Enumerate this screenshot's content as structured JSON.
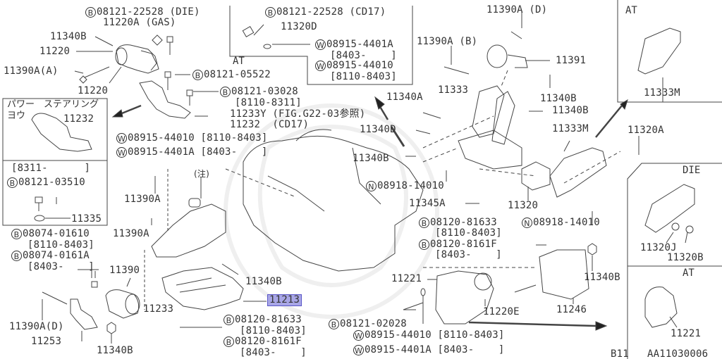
{
  "diagram": {
    "type": "exploded parts diagram",
    "subject": "Engine mounting",
    "figure_code": "AA11030006",
    "model_code": "B11",
    "highlight_color": "#a8a6e6",
    "highlighted_part": "11213"
  },
  "insets": {
    "at_top_center": {
      "title": "AT"
    },
    "at_top_right": {
      "title": "AT",
      "part": "11333M"
    },
    "power_steering": {
      "title_line1": "パワー　ステアリング",
      "title_line2": "ヨウ",
      "part": "11232"
    },
    "date_8311": {
      "date": "[8311-      ]",
      "bolt_prefix": "B",
      "bolt": "08121-03510",
      "part": "11335"
    },
    "die": {
      "title": "DIE",
      "part1": "11320J",
      "part2": "11320B"
    },
    "at_bottom_right": {
      "title": "AT",
      "part": "11221"
    }
  },
  "labels": {
    "l01": {
      "prefix": "B",
      "text": "08121-22528 (DIE)"
    },
    "l02": {
      "text": "11220A (GAS)"
    },
    "l03": {
      "text": "11340B"
    },
    "l04": {
      "text": "11220"
    },
    "l05": {
      "text": "11390A(A)"
    },
    "l06": {
      "text": "11220"
    },
    "l07": {
      "prefix": "B",
      "text": "08121-05522"
    },
    "l08": {
      "prefix": "B",
      "text": "08121-03028"
    },
    "l09": {
      "text": "[8110-8311]"
    },
    "l10": {
      "text": "11233Y (FIG.G22-03参照)"
    },
    "l11": {
      "text": "11232  (CD17)"
    },
    "l12": {
      "prefix": "W",
      "text": "08915-44010 [8110-8403]"
    },
    "l13": {
      "prefix": "W",
      "text": "08915-4401A [8403-    ]"
    },
    "l14": {
      "text": "(注)"
    },
    "l15": {
      "text": "11390A"
    },
    "l16": {
      "text": "11390A"
    },
    "l17": {
      "prefix": "B",
      "text": "08074-01610"
    },
    "l18": {
      "text": "[8110-8403]"
    },
    "l19": {
      "prefix": "B",
      "text": "08074-0161A"
    },
    "l20": {
      "text": "[8403-    ]"
    },
    "l21": {
      "text": "11390"
    },
    "l22": {
      "text": "11233"
    },
    "l23": {
      "text": "11390A(D)"
    },
    "l24": {
      "text": "11253"
    },
    "l25": {
      "text": "11340B"
    },
    "l26": {
      "text": "11340B"
    },
    "l27": {
      "text": "11213"
    },
    "l28": {
      "prefix": "B",
      "text": "08120-81633"
    },
    "l29": {
      "text": "[8110-8403]"
    },
    "l30": {
      "prefix": "B",
      "text": "08120-8161F"
    },
    "l31": {
      "text": "[8403-    ]"
    },
    "t01": {
      "prefix": "B",
      "text": "08121-22528 (CD17)"
    },
    "t02": {
      "text": "11320D"
    },
    "t03": {
      "prefix": "W",
      "text": "08915-4401A"
    },
    "t04": {
      "text": "[8403-    ]"
    },
    "t05": {
      "prefix": "W",
      "text": "08915-44010"
    },
    "t06": {
      "text": "[8110-8403]"
    },
    "r01": {
      "text": "11390A (D)"
    },
    "r02": {
      "text": "11390A (B)"
    },
    "r03": {
      "text": "11391"
    },
    "r04": {
      "text": "11340A"
    },
    "r05": {
      "text": "11333"
    },
    "r06": {
      "text": "11340B"
    },
    "r07": {
      "text": "11340B"
    },
    "r08": {
      "text": "11340D"
    },
    "r09": {
      "text": "11340B"
    },
    "r10": {
      "text": "11333M"
    },
    "r11": {
      "text": "11320A"
    },
    "r12": {
      "prefix": "N",
      "text": "08918-14010"
    },
    "r13": {
      "text": "11345A"
    },
    "r14": {
      "text": "11320"
    },
    "r15": {
      "prefix": "B",
      "text": "08120-81633"
    },
    "r16": {
      "text": "[8110-8403]"
    },
    "r17": {
      "prefix": "N",
      "text": "08918-14010"
    },
    "r18": {
      "prefix": "B",
      "text": "08120-8161F"
    },
    "r19": {
      "text": "[8403-    ]"
    },
    "r20": {
      "text": "11221"
    },
    "r21": {
      "text": "11340B"
    },
    "r22": {
      "prefix": "B",
      "text": "08121-02028"
    },
    "r23": {
      "text": "11220E"
    },
    "r24": {
      "text": "11246"
    },
    "r25": {
      "prefix": "W",
      "text": "08915-44010 [8110-8403]"
    },
    "r26": {
      "prefix": "W",
      "text": "08915-4401A [8403-    ]"
    }
  }
}
